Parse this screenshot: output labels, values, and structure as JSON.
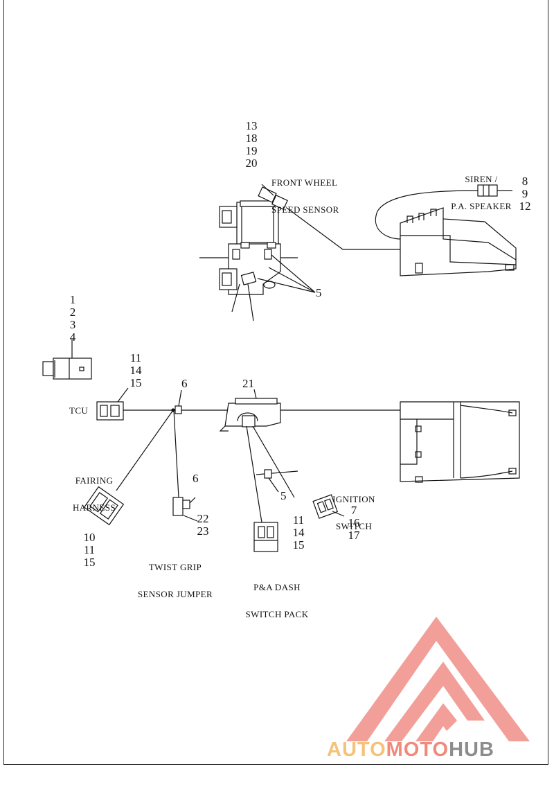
{
  "labels": {
    "front_wheel_speed_sensor": [
      "FRONT WHEEL",
      "SPEED SENSOR"
    ],
    "siren_speaker": [
      "SIREN /",
      "P.A. SPEAKER"
    ],
    "tcu": "TCU",
    "fairing_harness": [
      "FAIRING",
      "HARNESS"
    ],
    "twist_grip": [
      "TWIST GRIP",
      "SENSOR JUMPER"
    ],
    "pa_dash": [
      "P&A DASH",
      "SWITCH PACK"
    ],
    "ignition_switch": [
      "IGNITION",
      "SWITCH"
    ]
  },
  "callouts": {
    "speed_sensor_parts": [
      "13",
      "18",
      "19",
      "20"
    ],
    "siren_parts": [
      "8",
      "9",
      "12"
    ],
    "bracket_fasteners": "5",
    "connector_parts": [
      "1",
      "2",
      "3",
      "4"
    ],
    "tcu_parts": [
      "11",
      "14",
      "15"
    ],
    "junction": "6",
    "harness": "21",
    "fairing_parts": [
      "10",
      "11",
      "15"
    ],
    "twist_grip_clip": "6",
    "twist_grip_parts": [
      "22",
      "23"
    ],
    "cable_tie": "5",
    "pa_dash_parts": [
      "11",
      "14",
      "15"
    ],
    "ignition_parts": [
      "7",
      "16",
      "17"
    ]
  },
  "watermark": {
    "auto": "AUTO",
    "moto": "MOTO",
    "hub": "HUB",
    "colors": {
      "auto": "#f6c27a",
      "moto": "#f08a7a",
      "hub": "#8c8c8c",
      "logo": "#f29a94"
    }
  }
}
